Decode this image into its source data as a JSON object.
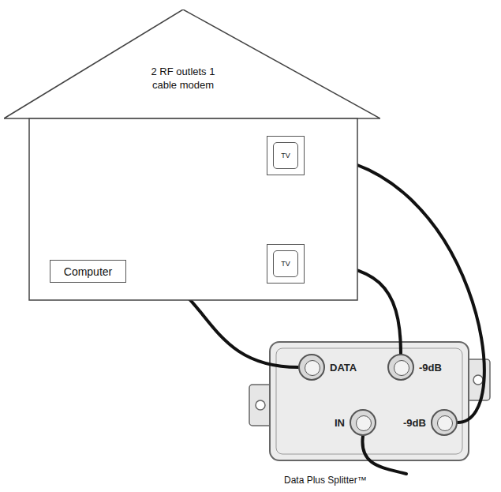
{
  "diagram": {
    "caption": "Data Plus Splitter™",
    "nodes": [
      {
        "text": [
          "2 RF outlets 1 cable modem"
        ]
      },
      {
        "text": [
          "TV"
        ],
        "in": 0
      },
      {
        "text": [
          "TV"
        ],
        "in": 0
      },
      {
        "text": [
          "Computer"
        ],
        "in": 0
      },
      {
        "text": [
          "DATA"
        ]
      },
      {
        "text": [
          "-9dB"
        ]
      },
      {
        "text": [
          "IN"
        ]
      },
      {
        "text": [
          "-9dB"
        ]
      }
    ],
    "edges": [
      {
        "from": 3,
        "to": 4,
        "arrow": "none"
      },
      {
        "from": 2,
        "to": 5,
        "arrow": "none"
      },
      {
        "from": 1,
        "to": 7,
        "arrow": "none"
      }
    ]
  }
}
